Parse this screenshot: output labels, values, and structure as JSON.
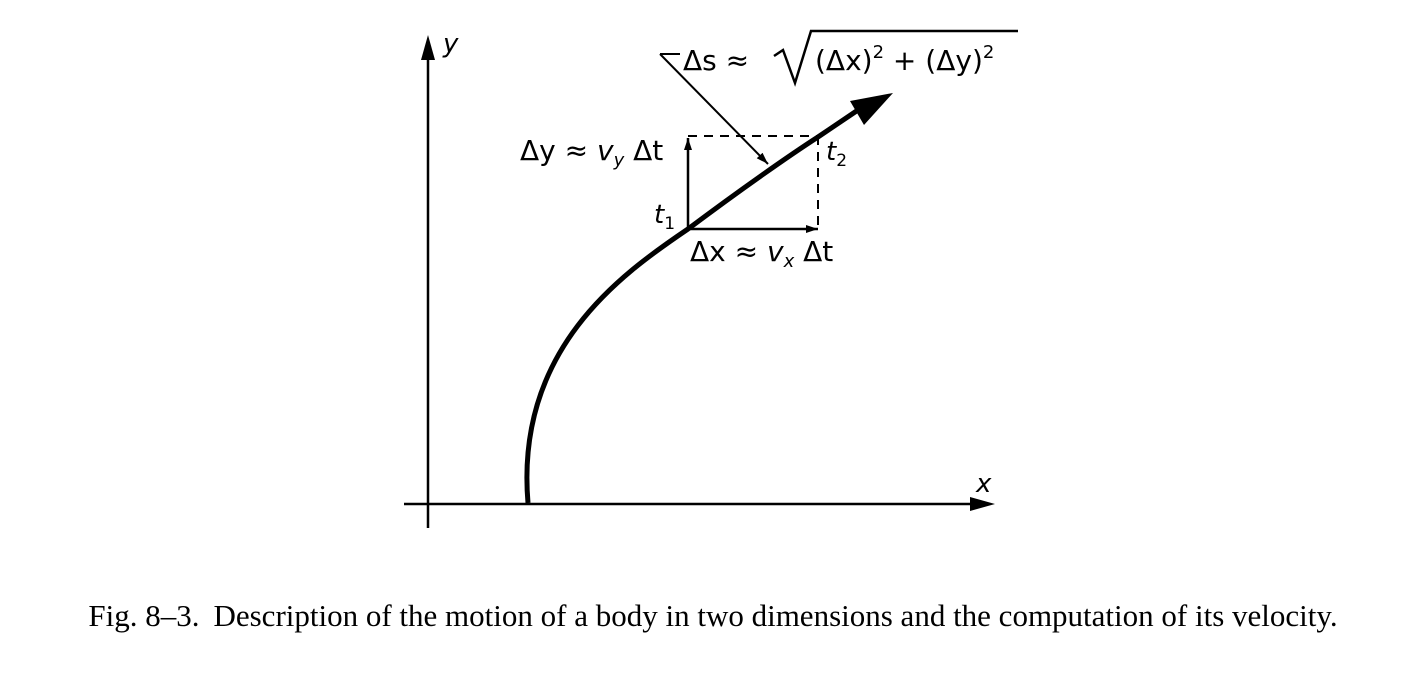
{
  "axes": {
    "x_label": "x",
    "y_label": "y"
  },
  "labels": {
    "t1": {
      "base": "t",
      "sub": "1"
    },
    "t2": {
      "base": "t",
      "sub": "2"
    },
    "delta_y": {
      "lhs": "Δy ≈ ",
      "v": "v",
      "sub": "y",
      "rhs": " Δt"
    },
    "delta_x": {
      "lhs": "Δx ≈ ",
      "v": "v",
      "sub": "x",
      "rhs": " Δt"
    },
    "delta_s": {
      "lhs": "Δs ≈ ",
      "inner_a": "(Δx)",
      "exp_a": "2",
      "plus": " + ",
      "inner_b": "(Δy)",
      "exp_b": "2"
    }
  },
  "caption": {
    "number": "Fig. 8–3.",
    "text": "Description of the motion of a body in two dimensions and the computation of its velocity."
  }
}
